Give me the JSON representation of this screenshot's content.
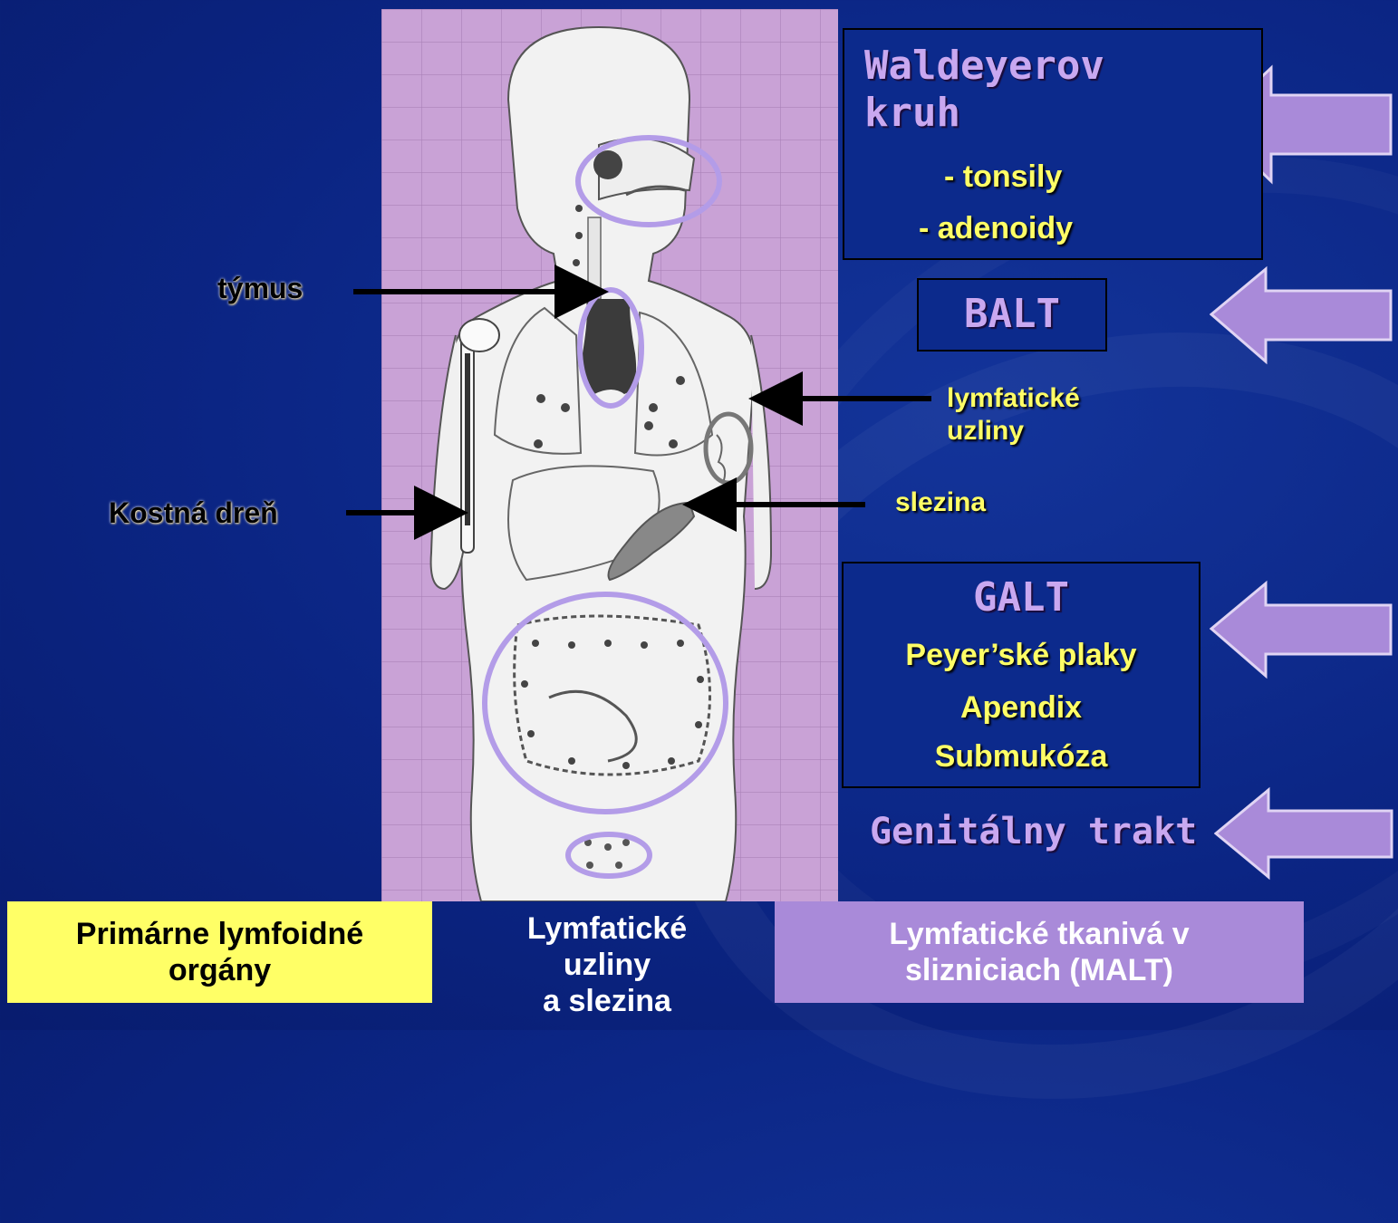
{
  "labels": {
    "tymus": "týmus",
    "kostna_dren": "Kostná dreň",
    "lymf_uzliny": [
      "lymfatické",
      "uzliny"
    ],
    "slezina": "slezina"
  },
  "waldeyer": {
    "title": [
      "Waldeyerov",
      "kruh"
    ],
    "items": [
      "- tonsily",
      "- adenoidy"
    ]
  },
  "balt": {
    "title": "BALT"
  },
  "galt": {
    "title": "GALT",
    "items": [
      "Peyer’ské plaky",
      "Apendix",
      "Submukóza"
    ]
  },
  "genital": {
    "title": "Genitálny trakt"
  },
  "footer": {
    "primary": [
      "Primárne lymfoidné",
      "orgány"
    ],
    "secondary": [
      "Lymfatické",
      "uzliny",
      "a slezina"
    ],
    "malt": [
      "Lymfatické tkanivá v",
      "slizniciach  (MALT)"
    ]
  },
  "colors": {
    "background": "#0b2584",
    "figure_bg": "#c9a2d6",
    "lavender": "#c9a8f0",
    "yellow_text": "#ffff66",
    "footer_primary": "#ffff66",
    "footer_malt": "#a98ad9"
  }
}
